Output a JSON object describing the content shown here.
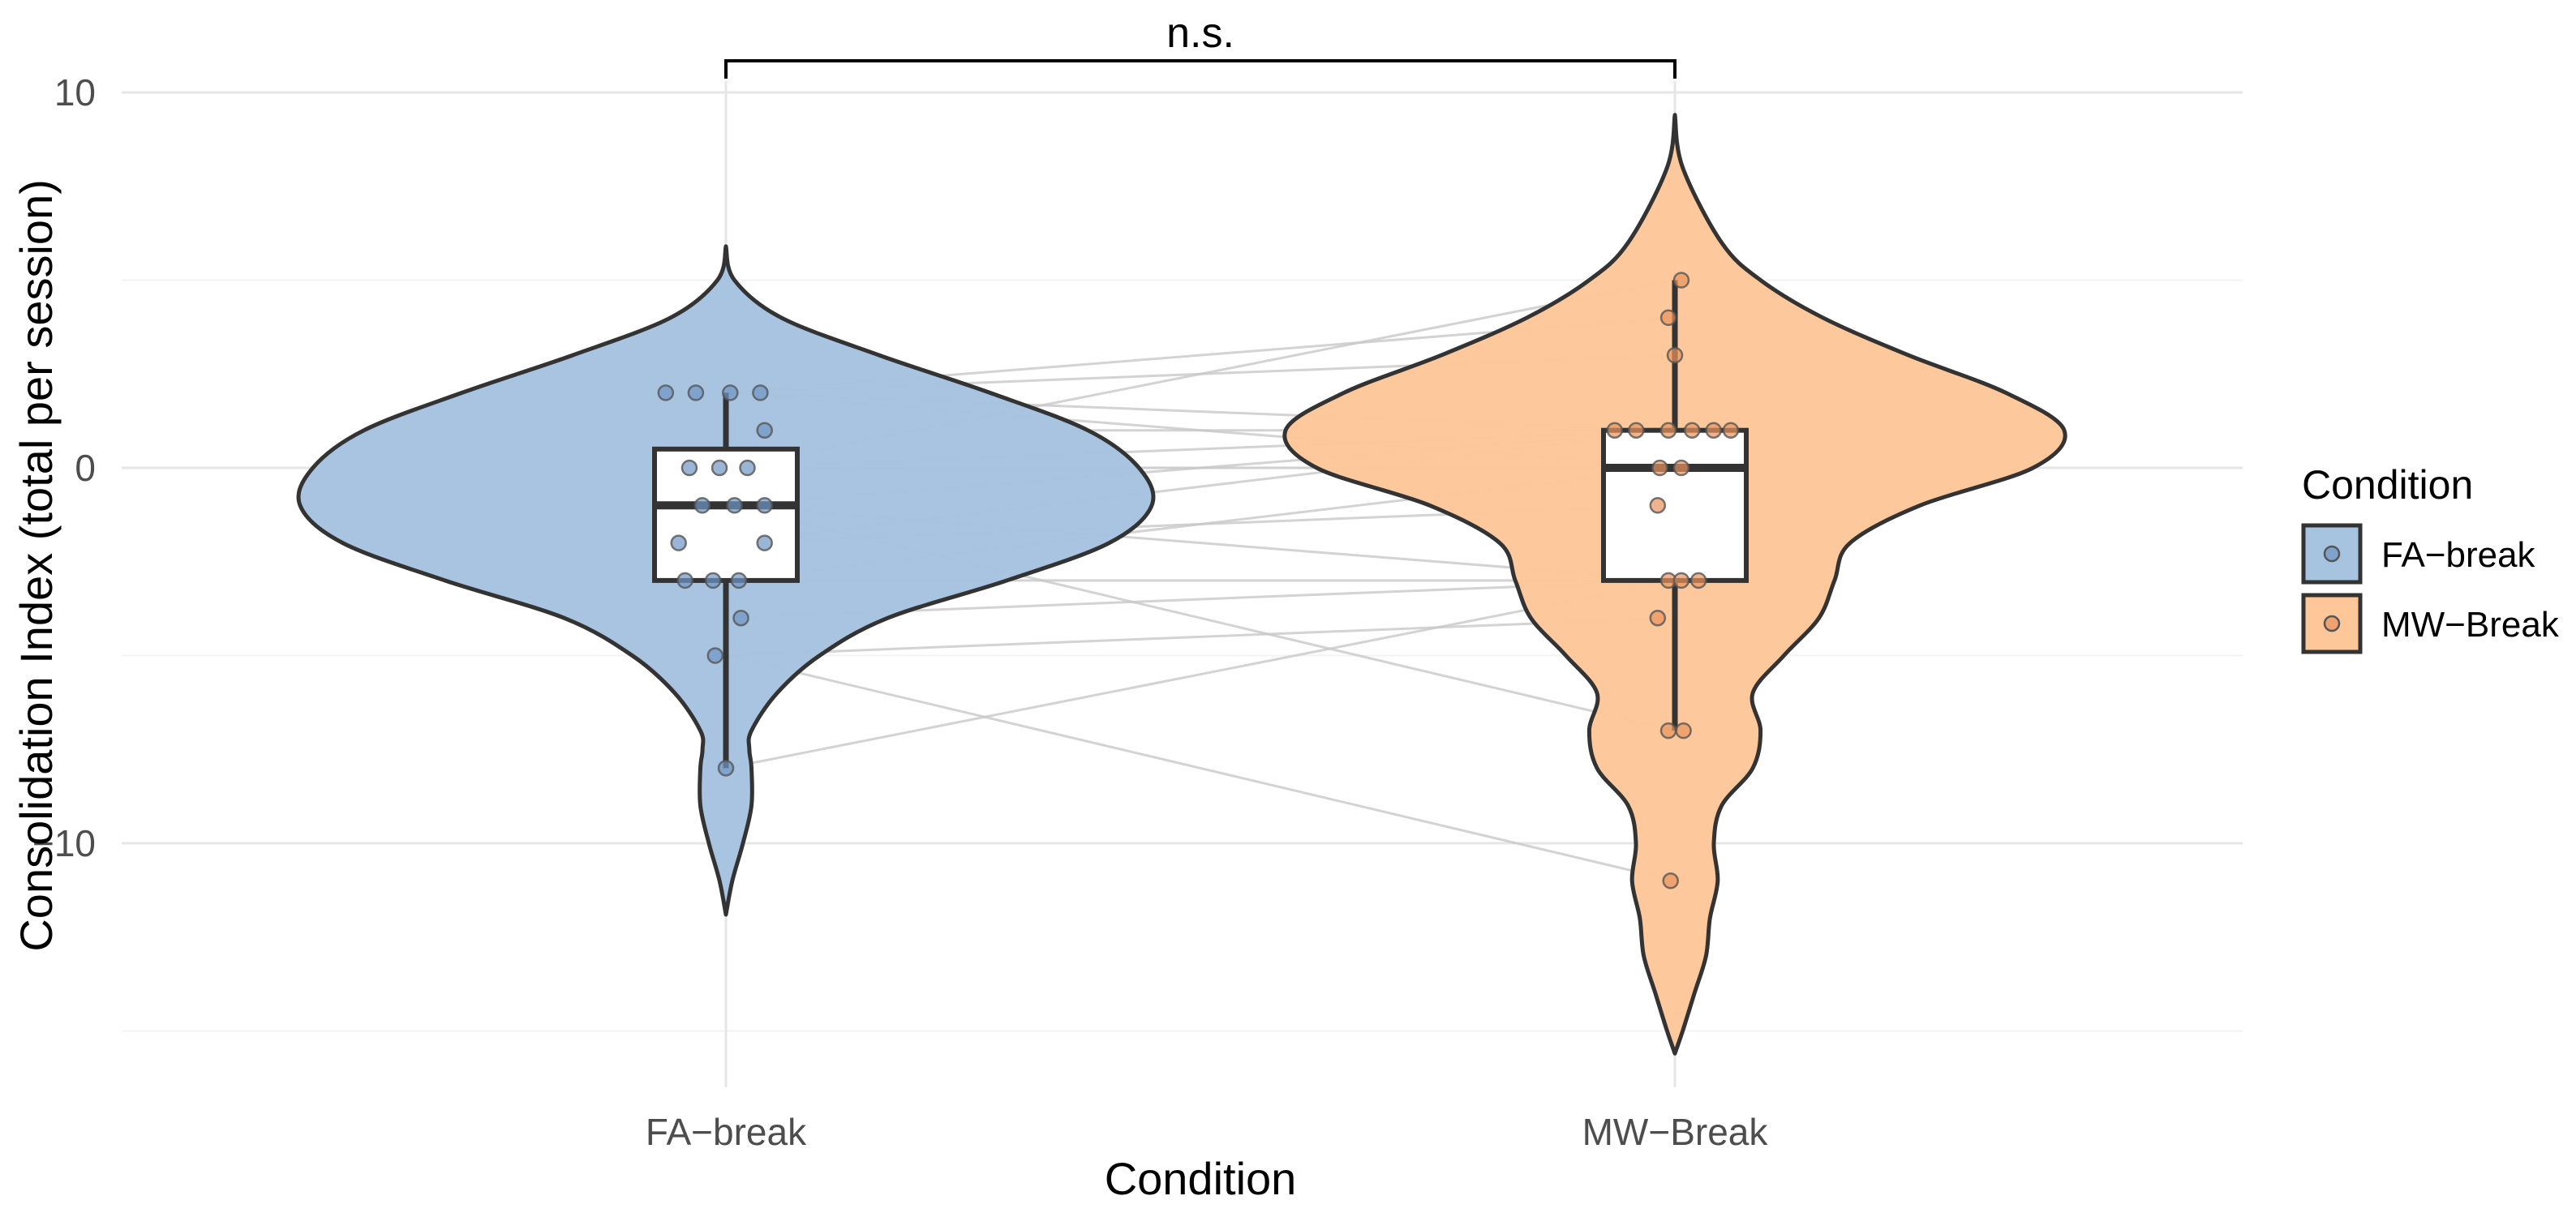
{
  "chart_data": {
    "type": "violin",
    "xlabel": "Condition",
    "ylabel": "Consolidation Index (total per session)",
    "ylim": [
      -16.5,
      10.3
    ],
    "yticks": [
      10,
      0,
      -10
    ],
    "ytick_labels": [
      "10",
      "0",
      "−10"
    ],
    "grid": true,
    "legend_title": "Condition",
    "legend_position": "right",
    "significance_label": "n.s.",
    "categories": [
      "FA−break",
      "MW−Break"
    ],
    "groups": [
      {
        "name": "FA−break",
        "fill": "#a6c3e0",
        "point_color": "#6f95c4",
        "box": {
          "min": -8,
          "q1": -3,
          "median": -1,
          "q3": 0.5,
          "max": 2
        },
        "violin_range": [
          -11.9,
          5.9
        ],
        "violin_profile": [
          [
            5.9,
            0.0
          ],
          [
            5.0,
            0.02
          ],
          [
            4.0,
            0.13
          ],
          [
            3.0,
            0.36
          ],
          [
            2.0,
            0.62
          ],
          [
            1.0,
            0.85
          ],
          [
            0.0,
            0.97
          ],
          [
            -1.0,
            1.0
          ],
          [
            -2.0,
            0.9
          ],
          [
            -3.0,
            0.66
          ],
          [
            -4.0,
            0.38
          ],
          [
            -5.0,
            0.22
          ],
          [
            -6.0,
            0.12
          ],
          [
            -7.0,
            0.06
          ],
          [
            -7.5,
            0.055
          ],
          [
            -8.0,
            0.06
          ],
          [
            -9.0,
            0.06
          ],
          [
            -10.0,
            0.04
          ],
          [
            -11.0,
            0.015
          ],
          [
            -11.9,
            0.0
          ]
        ],
        "points": [
          [
            -0.28,
            2
          ],
          [
            -0.14,
            2
          ],
          [
            0.02,
            2
          ],
          [
            0.16,
            2
          ],
          [
            0.18,
            1
          ],
          [
            -0.17,
            0
          ],
          [
            -0.03,
            0
          ],
          [
            0.1,
            0
          ],
          [
            -0.11,
            -1
          ],
          [
            0.04,
            -1
          ],
          [
            0.18,
            -1
          ],
          [
            -0.22,
            -2
          ],
          [
            0.18,
            -2
          ],
          [
            -0.19,
            -3
          ],
          [
            -0.06,
            -3
          ],
          [
            0.06,
            -3
          ],
          [
            0.07,
            -4
          ],
          [
            -0.05,
            -5
          ],
          [
            0.0,
            -8
          ]
        ]
      },
      {
        "name": "MW−Break",
        "fill": "#fdc79a",
        "point_color": "#e8935c",
        "box": {
          "min": -7,
          "q1": -3,
          "median": 0,
          "q3": 1,
          "max": 5
        },
        "violin_range": [
          -15.6,
          9.4
        ],
        "violin_profile": [
          [
            9.4,
            0.0
          ],
          [
            8.0,
            0.02
          ],
          [
            6.0,
            0.12
          ],
          [
            5.0,
            0.22
          ],
          [
            4.0,
            0.38
          ],
          [
            3.0,
            0.6
          ],
          [
            2.0,
            0.85
          ],
          [
            1.0,
            1.0
          ],
          [
            0.0,
            0.92
          ],
          [
            -1.0,
            0.63
          ],
          [
            -2.0,
            0.45
          ],
          [
            -3.0,
            0.41
          ],
          [
            -4.0,
            0.37
          ],
          [
            -5.0,
            0.28
          ],
          [
            -6.0,
            0.2
          ],
          [
            -7.0,
            0.22
          ],
          [
            -8.0,
            0.2
          ],
          [
            -9.0,
            0.12
          ],
          [
            -10.0,
            0.1
          ],
          [
            -11.0,
            0.11
          ],
          [
            -12.0,
            0.09
          ],
          [
            -13.0,
            0.08
          ],
          [
            -14.0,
            0.05
          ],
          [
            -15.0,
            0.02
          ],
          [
            -15.6,
            0.0
          ]
        ],
        "points": [
          [
            0.03,
            5
          ],
          [
            -0.03,
            4
          ],
          [
            0.0,
            3
          ],
          [
            -0.28,
            1
          ],
          [
            -0.18,
            1
          ],
          [
            -0.03,
            1
          ],
          [
            0.08,
            1
          ],
          [
            0.18,
            1
          ],
          [
            0.26,
            1
          ],
          [
            -0.07,
            0
          ],
          [
            0.03,
            0
          ],
          [
            -0.08,
            -1
          ],
          [
            -0.03,
            -3
          ],
          [
            0.03,
            -3
          ],
          [
            0.11,
            -3
          ],
          [
            -0.08,
            -4
          ],
          [
            -0.03,
            -7
          ],
          [
            0.04,
            -7
          ],
          [
            -0.02,
            -11
          ]
        ]
      }
    ],
    "paired_lines": [
      [
        2,
        1
      ],
      [
        2,
        4
      ],
      [
        2,
        3
      ],
      [
        2,
        0
      ],
      [
        1,
        1
      ],
      [
        0,
        5
      ],
      [
        0,
        1
      ],
      [
        0,
        0
      ],
      [
        -1,
        1
      ],
      [
        -1,
        -3
      ],
      [
        -1,
        -7
      ],
      [
        -2,
        1
      ],
      [
        -2,
        -1
      ],
      [
        -3,
        -3
      ],
      [
        -3,
        0
      ],
      [
        -4,
        -3
      ],
      [
        -5,
        -4
      ],
      [
        -5,
        -11
      ],
      [
        -8,
        -3
      ]
    ]
  }
}
